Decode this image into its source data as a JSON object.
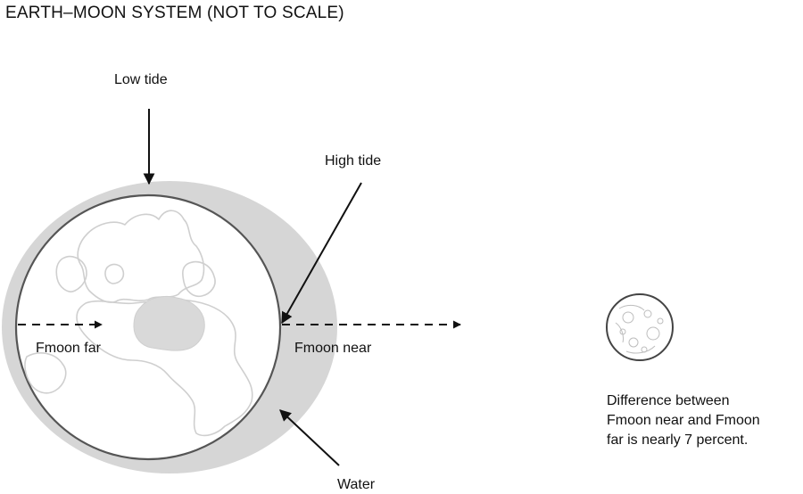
{
  "title": "EARTH–MOON SYSTEM (NOT TO SCALE)",
  "labels": {
    "low_tide": "Low tide",
    "high_tide": "High tide",
    "fmoon_far": "Fmoon far",
    "fmoon_near": "Fmoon near",
    "water": "Water"
  },
  "note_lines": [
    "Difference between",
    "Fmoon near and Fmoon",
    "far is nearly 7 percent."
  ],
  "colors": {
    "water_bulge": "#d6d6d6",
    "earth_outline": "#555555",
    "land_outline": "#cfcfcf",
    "land_fill": "#d9d9d9",
    "arrow": "#111111"
  }
}
